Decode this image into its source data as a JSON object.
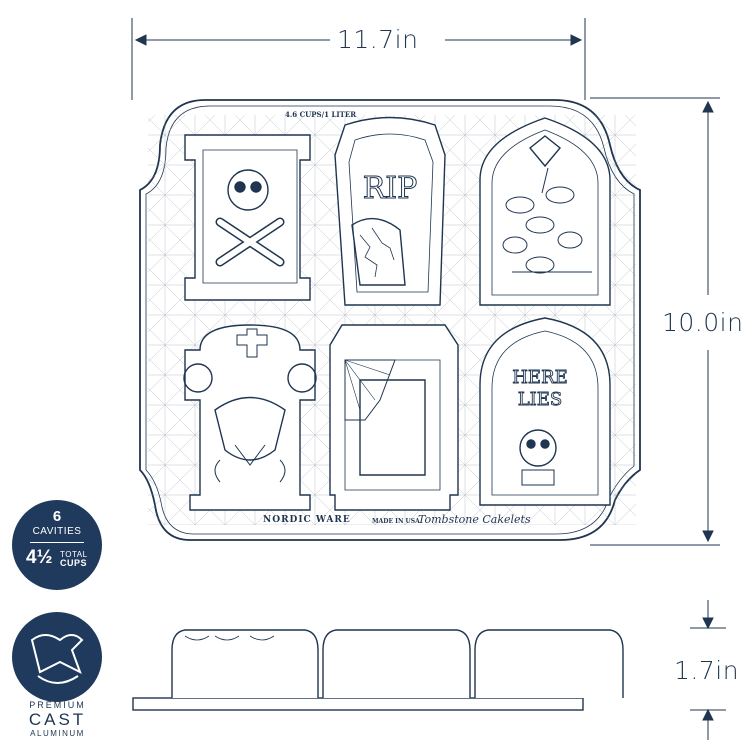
{
  "dimensions": {
    "width": "11.7in",
    "height": "10.0in",
    "depth": "1.7in"
  },
  "pan": {
    "capacity_mark": "4.6 CUPS/1 LITER",
    "brand": "NORDIC WARE",
    "made_in": "MADE IN USA",
    "product_name": "Tombstone Cakelets",
    "tombstone_rip": "RIP",
    "tombstone_here": "HERE",
    "tombstone_lies": "LIES"
  },
  "cavities_badge": {
    "count": "6",
    "label": "CAVITIES",
    "total_amount": "4½",
    "total_label": "TOTAL",
    "total_unit": "CUPS"
  },
  "material_badge": {
    "icon": "cast-aluminum-icon",
    "line1": "PREMIUM",
    "line2": "CAST",
    "line3": "ALUMINUM"
  },
  "colors": {
    "primary": "#1f3a5c",
    "line": "#1f3550"
  }
}
